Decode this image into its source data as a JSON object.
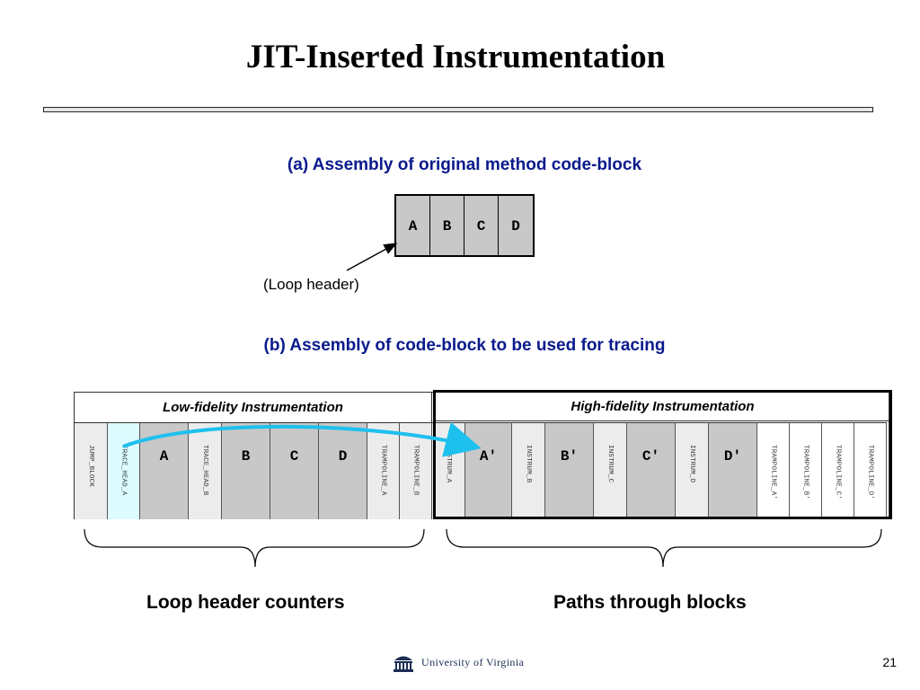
{
  "title": "JIT-Inserted Instrumentation",
  "section_a": {
    "heading": "(a) Assembly of original method code-block",
    "blocks": [
      "A",
      "B",
      "C",
      "D"
    ],
    "annotation": "(Loop header)"
  },
  "section_b": {
    "heading": "(b) Assembly of code-block to be used for tracing",
    "low_group_label": "Low-fidelity Instrumentation",
    "high_group_label": "High-fidelity Instrumentation",
    "cells": [
      {
        "text": "JUMP_BLOCK",
        "kind": "vertical",
        "fill": "#ececec"
      },
      {
        "text": "TRACE_HEAD_A",
        "kind": "vertical",
        "fill": "#dcfcff"
      },
      {
        "text": "A",
        "kind": "block",
        "fill": "#c8c8c8"
      },
      {
        "text": "TRACE_HEAD_B",
        "kind": "vertical",
        "fill": "#ececec"
      },
      {
        "text": "B",
        "kind": "block",
        "fill": "#c8c8c8"
      },
      {
        "text": "C",
        "kind": "block",
        "fill": "#c8c8c8"
      },
      {
        "text": "D",
        "kind": "block",
        "fill": "#c8c8c8"
      },
      {
        "text": "TRAMPOLINE_A",
        "kind": "vertical",
        "fill": "#ececec"
      },
      {
        "text": "TRAMPOLINE_B",
        "kind": "vertical",
        "fill": "#ececec"
      },
      {
        "text": "INSTRUM_A",
        "kind": "vertical",
        "fill": "#ececec"
      },
      {
        "text": "A′",
        "kind": "block",
        "fill": "#c8c8c8"
      },
      {
        "text": "INSTRUM_B",
        "kind": "vertical",
        "fill": "#ececec"
      },
      {
        "text": "B′",
        "kind": "block",
        "fill": "#c8c8c8"
      },
      {
        "text": "INSTRUM_C",
        "kind": "vertical",
        "fill": "#ececec"
      },
      {
        "text": "C′",
        "kind": "block",
        "fill": "#c8c8c8"
      },
      {
        "text": "INSTRUM_D",
        "kind": "vertical",
        "fill": "#ececec"
      },
      {
        "text": "D′",
        "kind": "block",
        "fill": "#c8c8c8"
      },
      {
        "text": "TRAMPOLINE_A'",
        "kind": "vertical",
        "fill": "#ffffff"
      },
      {
        "text": "TRAMPOLINE_B'",
        "kind": "vertical",
        "fill": "#ffffff"
      },
      {
        "text": "TRAMPOLINE_C'",
        "kind": "vertical",
        "fill": "#ffffff"
      },
      {
        "text": "TRAMPOLINE_D'",
        "kind": "vertical",
        "fill": "#ffffff"
      }
    ],
    "arrow_color": "#1ec0ee"
  },
  "footer": {
    "left_label": "Loop header counters",
    "right_label": "Paths through blocks",
    "university": "University of Virginia",
    "page_number": "21"
  },
  "colors": {
    "heading": "#0a1a8c",
    "block_fill": "#c8c8c8",
    "arrow": "#1ec0ee"
  }
}
